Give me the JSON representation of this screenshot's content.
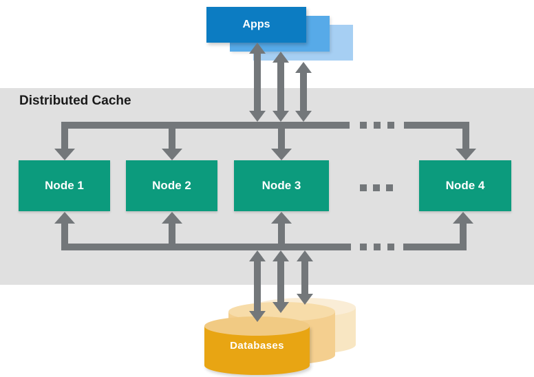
{
  "apps": {
    "label": "Apps"
  },
  "cache": {
    "title": "Distributed Cache",
    "nodes": [
      {
        "label": "Node 1"
      },
      {
        "label": "Node 2"
      },
      {
        "label": "Node 3"
      },
      {
        "label": "Node 4"
      }
    ],
    "nodes_ellipsis": "...",
    "line_ellipsis": "..."
  },
  "databases": {
    "label": "Databases"
  },
  "colors": {
    "app_front_blue": "#0c7cc2",
    "app_mid_blue": "#57aae8",
    "app_back_blue": "#a6cff3",
    "node_green": "#0c9b7d",
    "band_gray": "#e0e0e0",
    "connector_gray": "#73777a",
    "db_front_gold": "#e8a513",
    "db_front_top_gold": "#f1ca83",
    "db_mid_gold": "#f4cf8f",
    "db_back_gold": "#f8e6c2",
    "title_text": "#1a1a1a",
    "label_text": "#ffffff"
  }
}
